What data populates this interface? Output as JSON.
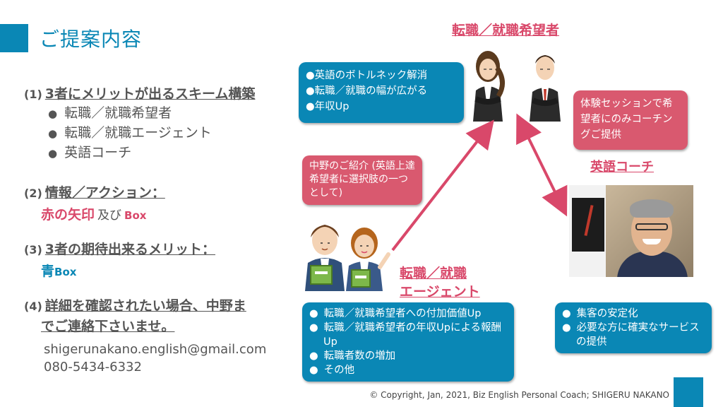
{
  "title": "ご提案内容",
  "sections": [
    {
      "num": "(1)",
      "heading": "3者にメリットが出るスキーム構築",
      "items": [
        "転職／就職希望者",
        "転職／就職エージェント",
        "英語コーチ"
      ]
    },
    {
      "num": "(2)",
      "heading": "情報／アクション：",
      "red_text": "赤の矢印",
      "mid_text": "及び",
      "red_small": "Box"
    },
    {
      "num": "(3)",
      "heading": "3者の期待出来るメリット：",
      "blue_text": "青",
      "blue_small": "Box"
    },
    {
      "num": "(4)",
      "heading_line1": "詳細を確認されたい場合、中野ま",
      "heading_line2": "でご連絡下さいませ。",
      "email": "shigerunakano.english@gmail.com",
      "phone": "080-5434-6332"
    }
  ],
  "job_seeker": {
    "label": "転職／就職希望者",
    "benefits": [
      "英語のボトルネック解消",
      "転職／就職の幅が広がる",
      "年収Up"
    ]
  },
  "agent": {
    "label_line1": "転職／就職",
    "label_line2": "エージェント",
    "intro": "中野のご紹介 (英語上達希望者に選択肢の一つとして)",
    "benefits": [
      "転職／就職希望者への付加価値Up",
      "転職／就職希望者の年収Upによる報酬Up",
      "転職者数の増加",
      "その他"
    ]
  },
  "coach": {
    "label": "英語コーチ",
    "offer": "体験セッションで希望者にのみコーチングご提供",
    "benefits": [
      "集客の安定化",
      "必要な方に確実なサービスの提供"
    ]
  },
  "footer": "© Copyright, Jan, 2021, Biz English Personal Coach; SHIGERU NAKANO",
  "colors": {
    "accent_blue": "#0a87b5",
    "accent_red": "#d9596f",
    "arrow_red": "#d9486a"
  }
}
